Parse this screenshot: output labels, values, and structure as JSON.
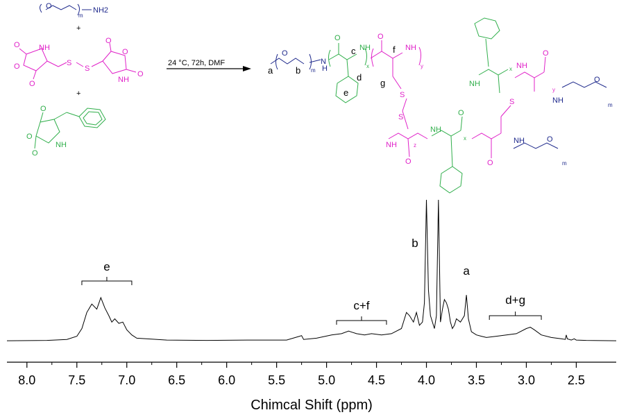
{
  "colors": {
    "peg": "#1f2a8c",
    "cystine": "#e020c8",
    "phe": "#2fae4a",
    "spectrum": "#000000"
  },
  "scheme": {
    "reagent_peg_label": "NH2",
    "reagent_peg_sub": "m",
    "plus_1": "+",
    "plus_2": "+",
    "reaction_conditions": "24 °C, 72h, DMF",
    "atom_nh": "NH",
    "atom_o": "O",
    "atom_s": "S",
    "product_labels": [
      "a",
      "b",
      "c",
      "d",
      "e",
      "f",
      "g"
    ],
    "sub_m": "m",
    "sub_x": "x",
    "sub_y": "y",
    "sub_z": "z",
    "atom_n": "N",
    "atom_h": "H"
  },
  "chart_data": {
    "type": "line",
    "title": "",
    "xlabel": "Chimcal Shift (ppm)",
    "ylabel": "",
    "xlim": [
      8.2,
      2.1
    ],
    "x_reversed": true,
    "xticks": [
      8.0,
      7.5,
      7.0,
      6.5,
      6.0,
      5.5,
      5.0,
      4.5,
      4.0,
      3.5,
      3.0,
      2.5
    ],
    "xtick_labels": [
      "8.0",
      "7.5",
      "7.0",
      "6.5",
      "6.0",
      "5.5",
      "5.0",
      "4.5",
      "4.0",
      "3.5",
      "3.0",
      "2.5"
    ],
    "grid": false,
    "series": [
      {
        "x": [
          8.2,
          7.8,
          7.6,
          7.5,
          7.45,
          7.4,
          7.35,
          7.3,
          7.26,
          7.22,
          7.18,
          7.15,
          7.12,
          7.08,
          7.04,
          7.0,
          6.95,
          6.9,
          6.6,
          6.2,
          5.8,
          5.4,
          5.27,
          5.25,
          5.23,
          5.1,
          4.95,
          4.85,
          4.78,
          4.7,
          4.62,
          4.55,
          4.45,
          4.35,
          4.25,
          4.2,
          4.17,
          4.13,
          4.1,
          4.07,
          4.04,
          4.02,
          4.0,
          3.98,
          3.96,
          3.92,
          3.9,
          3.88,
          3.86,
          3.84,
          3.82,
          3.8,
          3.78,
          3.76,
          3.74,
          3.72,
          3.7,
          3.66,
          3.62,
          3.6,
          3.58,
          3.55,
          3.5,
          3.45,
          3.4,
          3.3,
          3.2,
          3.1,
          3.0,
          2.96,
          2.92,
          2.85,
          2.75,
          2.65,
          2.61,
          2.6,
          2.59,
          2.55,
          2.52,
          2.5,
          2.4,
          2.1
        ],
        "y": [
          1,
          1.5,
          3,
          8,
          20,
          45,
          58,
          50,
          68,
          52,
          40,
          30,
          35,
          28,
          30,
          18,
          10,
          5,
          2,
          1.5,
          2,
          2,
          8,
          9,
          3,
          5,
          10,
          12,
          16,
          12,
          10,
          12,
          10,
          12,
          20,
          45,
          40,
          30,
          45,
          25,
          30,
          60,
          220,
          80,
          40,
          20,
          40,
          220,
          30,
          50,
          65,
          60,
          50,
          30,
          20,
          25,
          35,
          30,
          40,
          72,
          35,
          15,
          10,
          8,
          6,
          8,
          10,
          12,
          20,
          22,
          18,
          10,
          6,
          4,
          3,
          10,
          4,
          2,
          4,
          2,
          1.5,
          1
        ]
      }
    ],
    "peak_labels": [
      {
        "label": "e",
        "x1": 7.45,
        "x2": 6.95
      },
      {
        "label": "c+f",
        "x1": 4.9,
        "x2": 4.4
      },
      {
        "label": "b",
        "x": 3.92
      },
      {
        "label": "a",
        "x": 3.6
      },
      {
        "label": "d+g",
        "x1": 3.37,
        "x2": 2.85
      }
    ]
  }
}
